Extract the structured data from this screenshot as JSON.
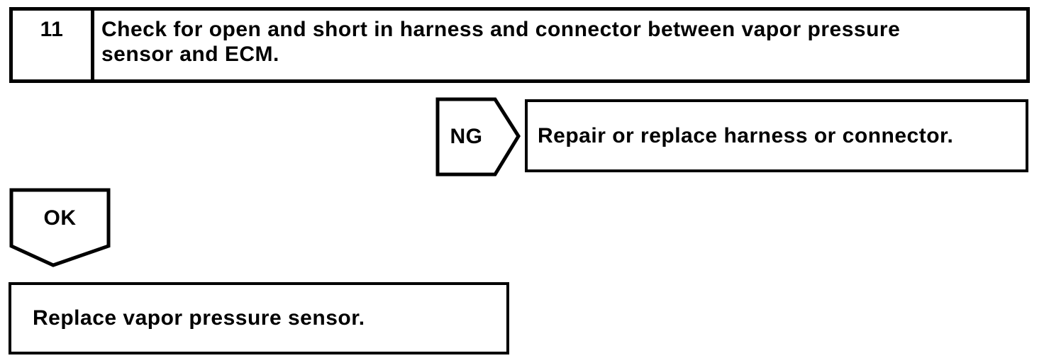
{
  "document": {
    "background": "#ffffff",
    "ink": "#000000"
  },
  "flowchart": {
    "step_box": {
      "number": "11",
      "instruction": "Check for open and short in harness and connector between vapor pressure sensor and ECM.",
      "instruction_lines": [
        "Check for open and short in harness and connector between vapor pressure",
        "sensor and ECM."
      ]
    },
    "ng_branch": {
      "label": "NG",
      "action": "Repair or replace harness or connector."
    },
    "ok_branch": {
      "label": "OK",
      "action": "Replace vapor pressure sensor."
    }
  }
}
